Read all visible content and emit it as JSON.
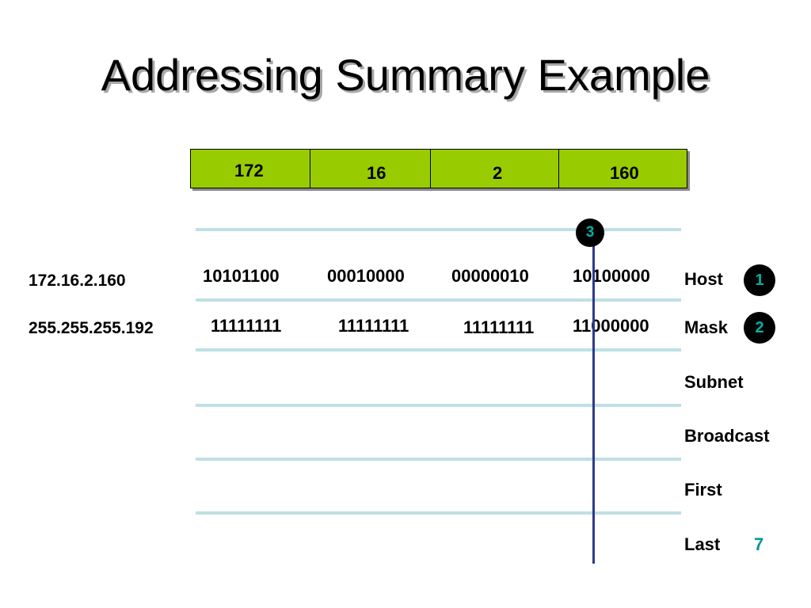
{
  "title": "Addressing Summary Example",
  "octets": [
    "172",
    "16",
    "2",
    "160"
  ],
  "address": {
    "host_ip": "172.16.2.160",
    "mask_ip": "255.255.255.192"
  },
  "binary": {
    "host": [
      "10101100",
      "00010000",
      "00000010",
      "10100000"
    ],
    "mask": [
      "11111111",
      "11111111",
      "11111111",
      "11000000"
    ]
  },
  "row_labels": {
    "host": "Host",
    "mask": "Mask",
    "subnet": "Subnet",
    "broadcast": "Broadcast",
    "first": "First",
    "last": "Last"
  },
  "badges": {
    "host": "1",
    "mask": "2",
    "boundary": "3"
  },
  "step_count": "7",
  "colors": {
    "octet_fill": "#99cc00",
    "divider": "#bfe0e4",
    "boundary_line": "#2e3a8c",
    "badge_text": "#00b0a8"
  }
}
